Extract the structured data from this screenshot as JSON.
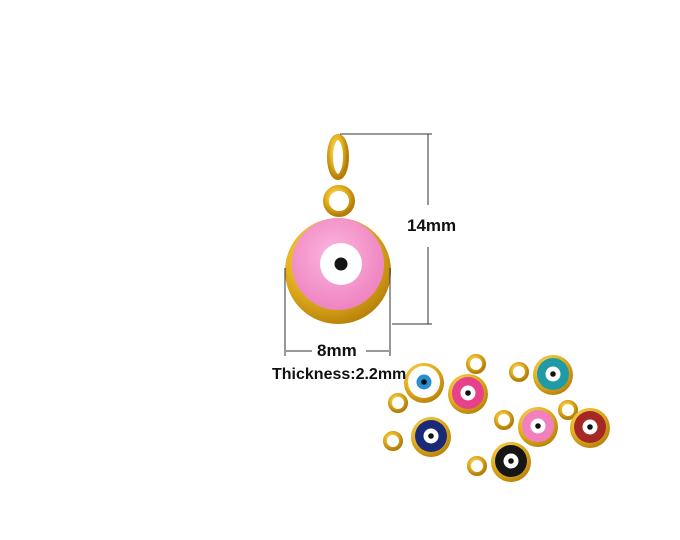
{
  "dimensions": {
    "height": "14mm",
    "width": "8mm",
    "thickness": "Thickness:2.2mm"
  },
  "colors": {
    "gold": "#e2ae1a",
    "main_enamel": "#f48ccb",
    "variants": [
      "#ffffff",
      "#e8408a",
      "#1f9aa6",
      "#f27fbe",
      "#a62824",
      "#1b2a78",
      "#161616"
    ]
  }
}
